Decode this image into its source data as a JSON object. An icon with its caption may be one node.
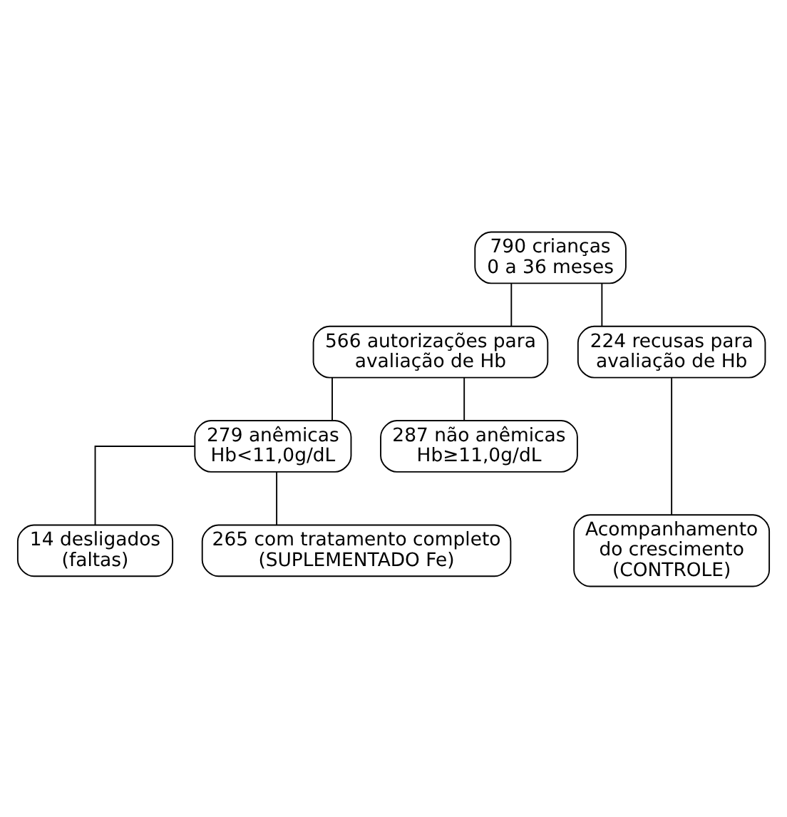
{
  "diagram": {
    "nodes": [
      {
        "text": [
          "790 crianças 0 a 36 meses"
        ]
      },
      {
        "text": [
          "566 autorizações para avaliação de Hb"
        ]
      },
      {
        "text": [
          "224 recusas para avaliação de Hb"
        ]
      },
      {
        "text": [
          "279 anêmicas Hb<11,0g/dL"
        ]
      },
      {
        "text": [
          "287 não anêmicas Hb≥11,0g/dL"
        ]
      },
      {
        "text": [
          "14 desligados (faltas)"
        ]
      },
      {
        "text": [
          "265 com tratamento completo (SUPLEMENTADO Fe)"
        ]
      },
      {
        "text": [
          "Acompanhamento do crescimento (CONTROLE)"
        ]
      }
    ],
    "edges": [
      {
        "from": 0,
        "to": 1,
        "arrow": "none"
      },
      {
        "from": 0,
        "to": 2,
        "arrow": "none"
      },
      {
        "from": 1,
        "to": 3,
        "arrow": "none"
      },
      {
        "from": 1,
        "to": 4,
        "arrow": "none"
      },
      {
        "from": 3,
        "to": 5,
        "arrow": "none"
      },
      {
        "from": 3,
        "to": 6,
        "arrow": "none"
      },
      {
        "from": 2,
        "to": 7,
        "arrow": "none"
      }
    ]
  }
}
